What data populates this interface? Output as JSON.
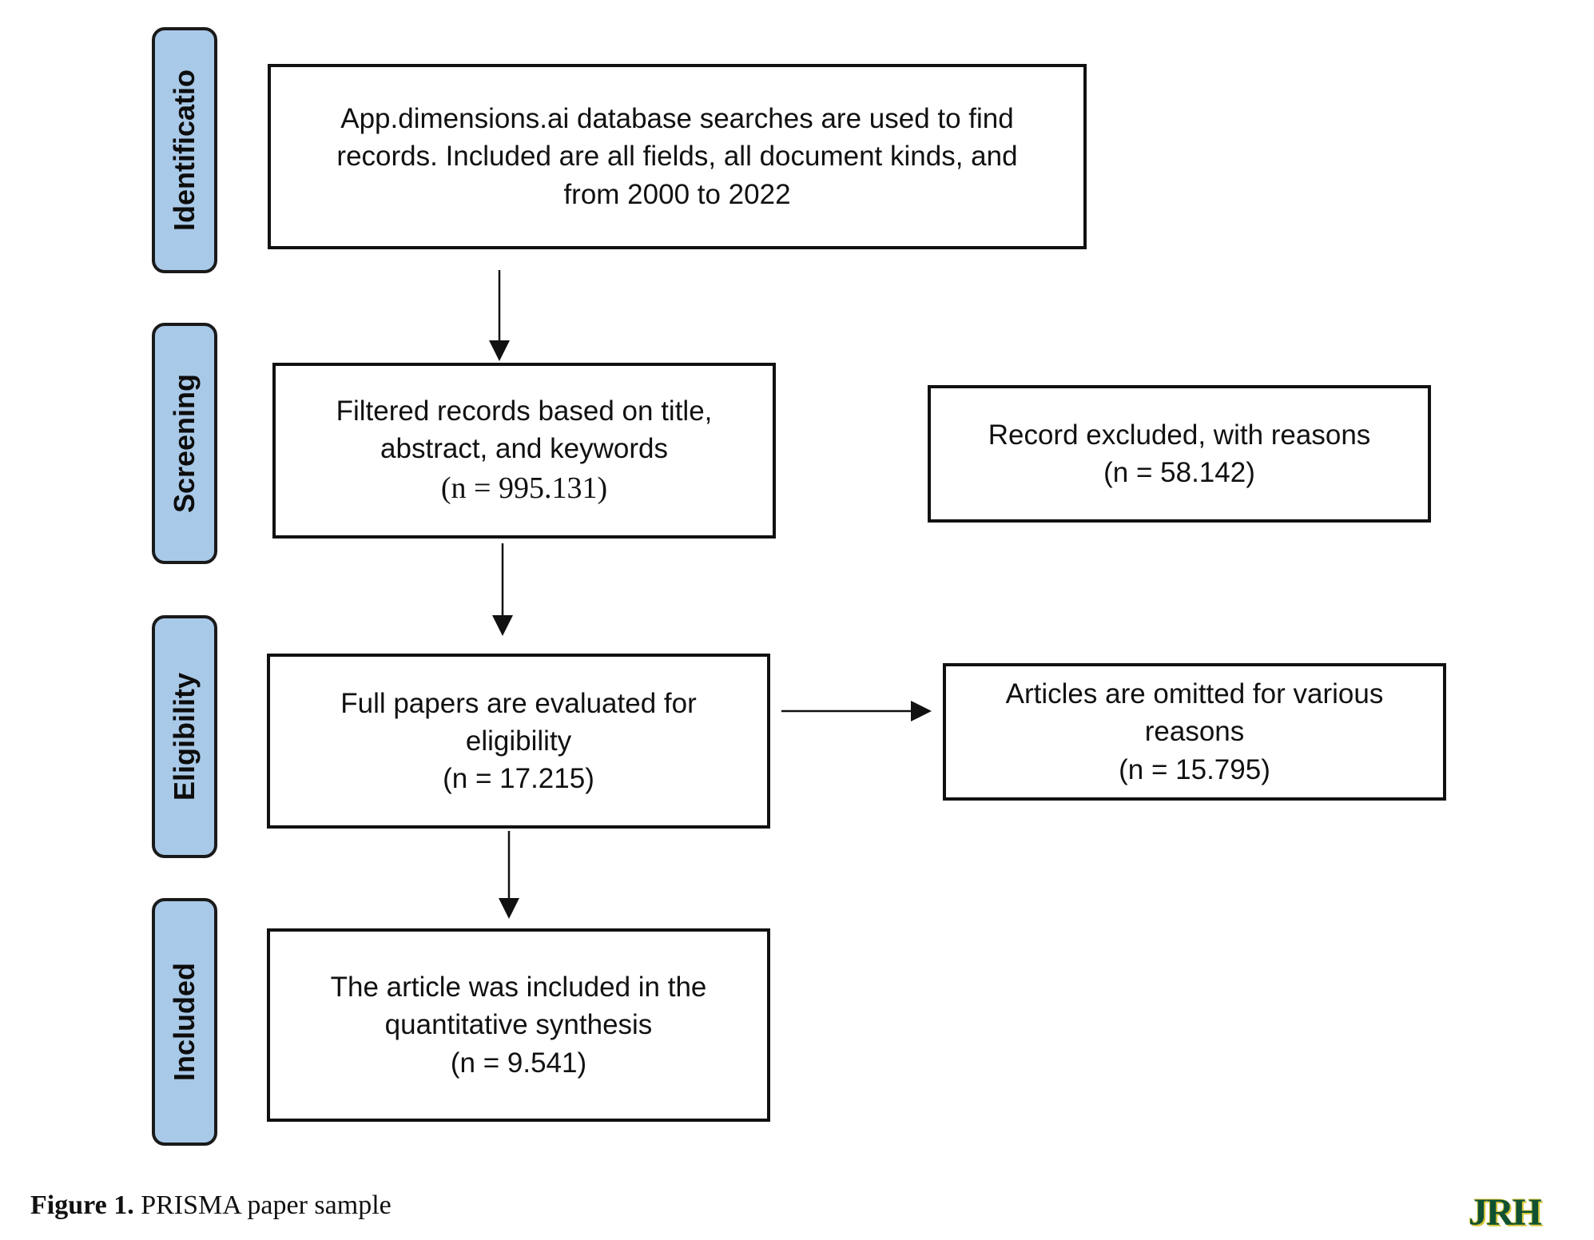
{
  "stages": {
    "identification": "Identificatio",
    "screening": "Screening",
    "eligibility": "Eligibility",
    "included": "Included"
  },
  "boxes": {
    "identification": {
      "line1": "App.dimensions.ai database searches are used to find",
      "line2": "records. Included are all fields, all document kinds, and",
      "line3": "from 2000 to 2022"
    },
    "screening": {
      "line1": "Filtered records based on title,",
      "line2": "abstract, and keywords",
      "count": "(n = 995.131)"
    },
    "excluded": {
      "line1": "Record excluded, with reasons",
      "count": "(n = 58.142)"
    },
    "eligibility": {
      "line1": "Full papers are evaluated for",
      "line2": "eligibility",
      "count": "(n = 17.215)"
    },
    "omitted": {
      "line1": "Articles are omitted for various",
      "line2": "reasons",
      "count": "(n = 15.795)"
    },
    "included": {
      "line1": "The article was included in the",
      "line2": "quantitative synthesis",
      "count": "(n = 9.541)"
    }
  },
  "caption": {
    "label": "Figure 1.",
    "text": " PRISMA paper sample"
  },
  "logo": "JRH"
}
